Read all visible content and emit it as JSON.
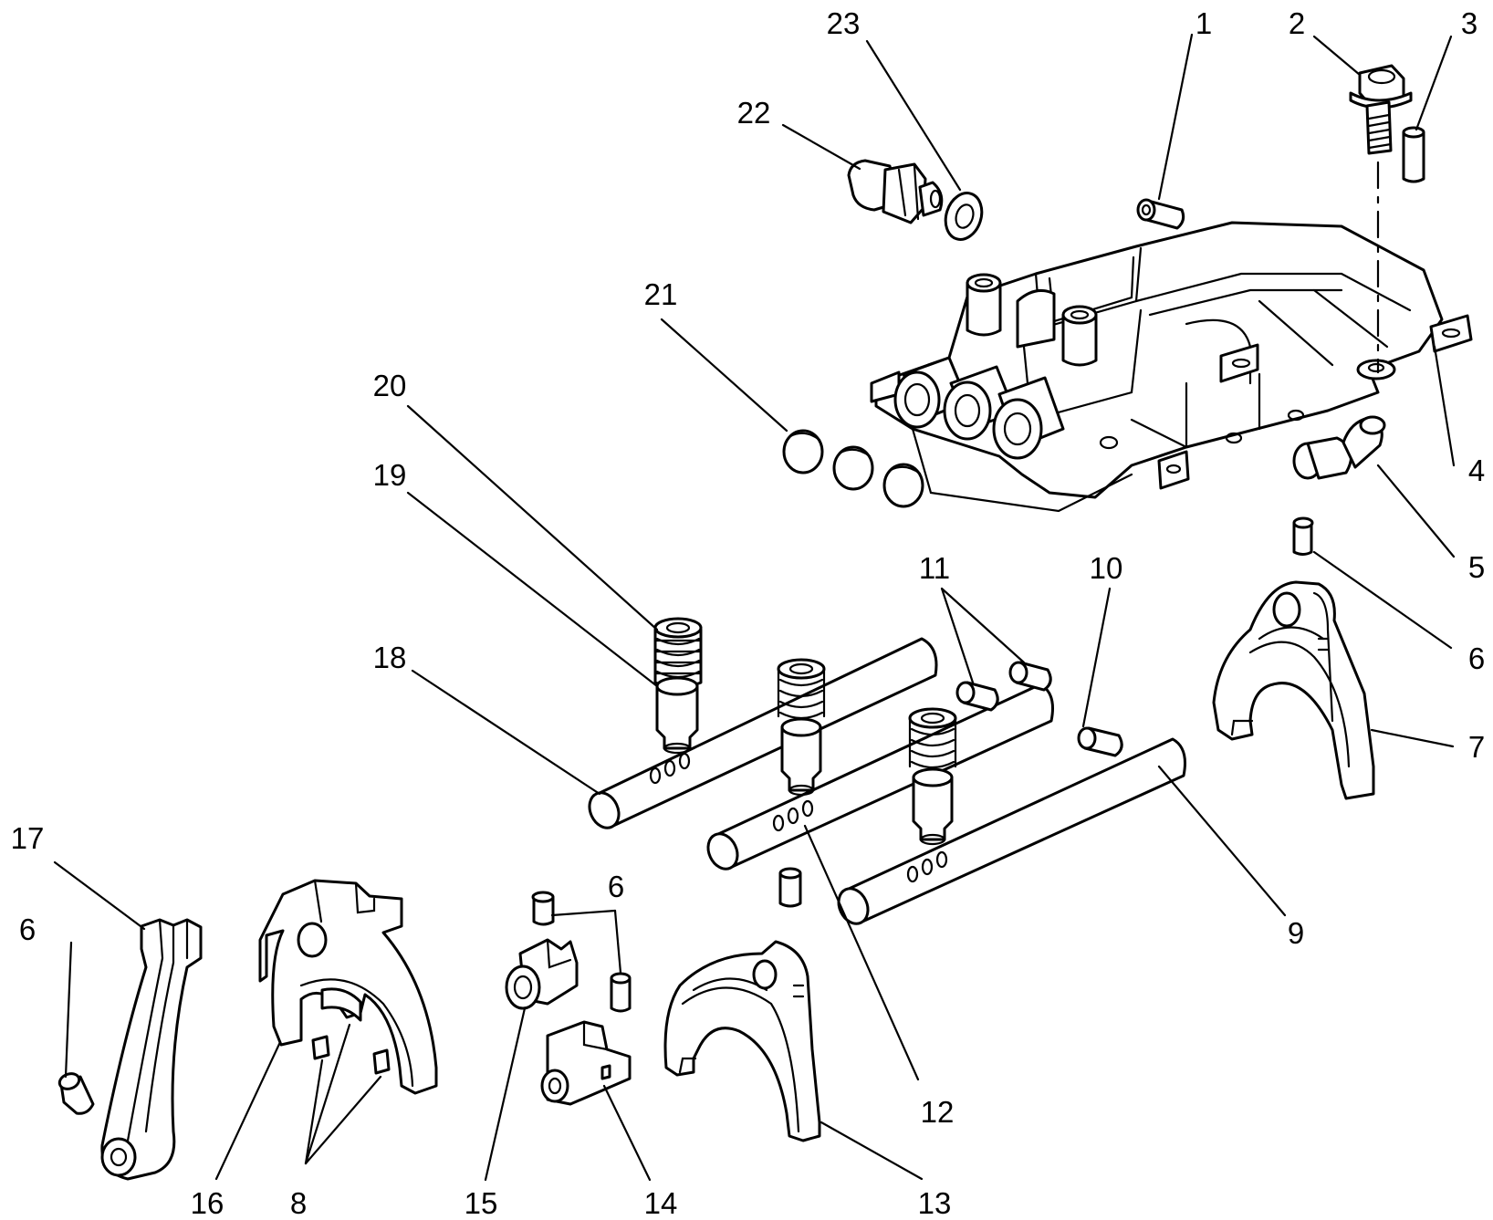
{
  "callouts": {
    "c1": "1",
    "c2": "2",
    "c3": "3",
    "c4": "4",
    "c5": "5",
    "c6a": "6",
    "c6b": "6",
    "c6c": "6",
    "c7": "7",
    "c8": "8",
    "c9": "9",
    "c10": "10",
    "c11": "11",
    "c12": "12",
    "c13": "13",
    "c14": "14",
    "c15": "15",
    "c16": "16",
    "c17": "17",
    "c18": "18",
    "c19": "19",
    "c20": "20",
    "c21": "21",
    "c22": "22",
    "c23": "23"
  }
}
